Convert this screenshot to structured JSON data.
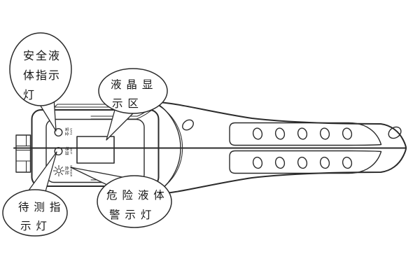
{
  "diagram": {
    "background_color": "#ffffff",
    "line_color": "#2b2b2b",
    "callouts": {
      "safe_indicator": {
        "line1": "安全液",
        "line2": "体指示",
        "line3": "灯"
      },
      "lcd_area": {
        "line1": "液 晶 显",
        "line2": "示 区"
      },
      "wait_indicator": {
        "line1": "待 测 指",
        "line2": "示 灯"
      },
      "danger_warning": {
        "line1": "危 险 液 体",
        "line2": "警 示 灯"
      }
    },
    "device_labels": {
      "safe": {
        "zh": "安全",
        "en": "SAFE"
      },
      "wait": {
        "zh": "待测",
        "en": "WAIT"
      },
      "danger": {
        "zh": "危险",
        "en": "DANGER"
      }
    },
    "icons": {
      "danger_symbol": "sunburst-warning-icon",
      "safe_led": "circle-led",
      "wait_led": "circle-led"
    }
  }
}
